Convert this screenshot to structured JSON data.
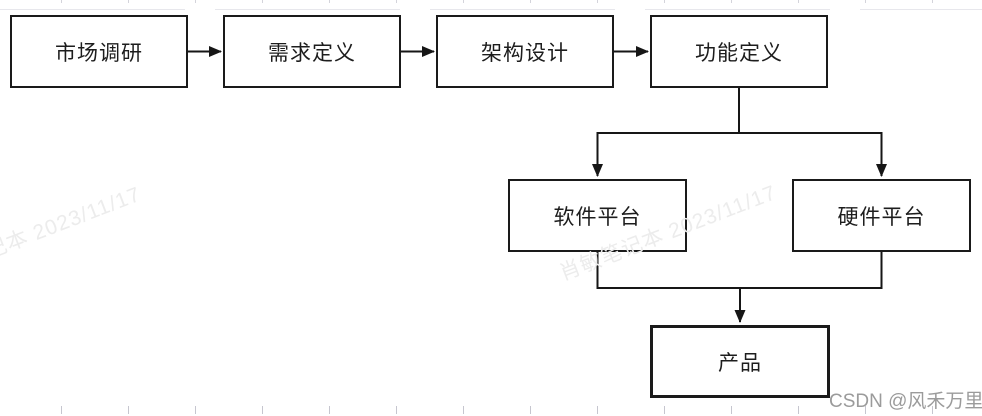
{
  "diagram": {
    "type": "flowchart",
    "nodes": [
      {
        "id": "market-research",
        "label": "市场调研"
      },
      {
        "id": "requirement-definition",
        "label": "需求定义"
      },
      {
        "id": "architecture-design",
        "label": "架构设计"
      },
      {
        "id": "function-definition",
        "label": "功能定义"
      },
      {
        "id": "software-platform",
        "label": "软件平台"
      },
      {
        "id": "hardware-platform",
        "label": "硬件平台"
      },
      {
        "id": "product",
        "label": "产品"
      }
    ],
    "edges": [
      {
        "from": "market-research",
        "to": "requirement-definition"
      },
      {
        "from": "requirement-definition",
        "to": "architecture-design"
      },
      {
        "from": "architecture-design",
        "to": "function-definition"
      },
      {
        "from": "function-definition",
        "to": "software-platform"
      },
      {
        "from": "function-definition",
        "to": "hardware-platform"
      },
      {
        "from": "software-platform",
        "to": "product"
      },
      {
        "from": "hardware-platform",
        "to": "product"
      }
    ]
  },
  "watermarks": {
    "left_partial": "记本 2023/11/17",
    "center": "肖敏笔记本 2023/11/17",
    "csdn": "CSDN @风禾万里"
  },
  "colors": {
    "node_border": "#1a1a1a",
    "edge_stroke": "#161616",
    "watermark_light": "#ececec",
    "watermark_gray": "#9b9b9b"
  }
}
